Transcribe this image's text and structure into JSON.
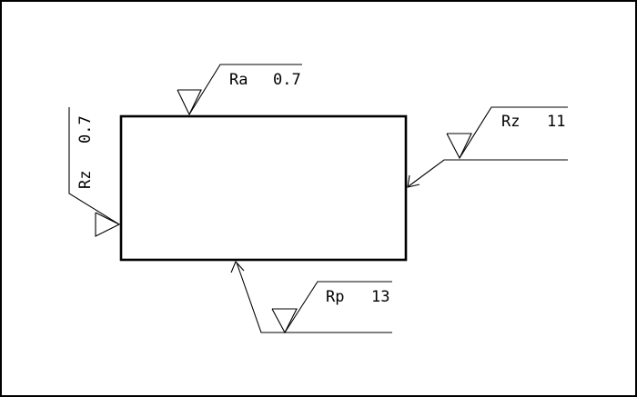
{
  "symbols": {
    "top": {
      "param": "Ra",
      "value": "0.7"
    },
    "left": {
      "param": "Rz",
      "value": "0.7"
    },
    "right": {
      "param": "Rz",
      "value": "11"
    },
    "bottom": {
      "param": "Rp",
      "value": "13"
    }
  },
  "colors": {
    "line": "#000000",
    "background": "#ffffff"
  }
}
